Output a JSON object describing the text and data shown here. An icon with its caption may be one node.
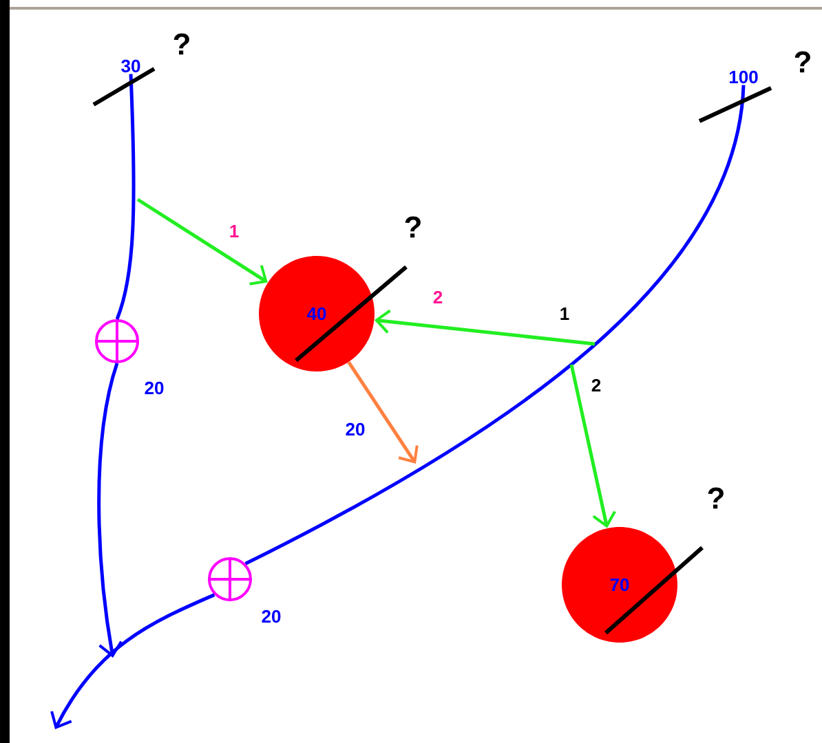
{
  "diagram": {
    "nodes": [
      {
        "text": [
          "30"
        ],
        "beside": [
          "?"
        ]
      },
      {
        "text": [
          "100"
        ],
        "beside": [
          "?"
        ]
      },
      {
        "text": [
          "40"
        ],
        "beside": [
          "?"
        ]
      },
      {
        "text": [
          "70"
        ],
        "beside": [
          "?"
        ]
      },
      {
        "text": [],
        "shape": "circle",
        "beside": [
          "20"
        ]
      },
      {
        "text": [],
        "shape": "circle",
        "beside": [
          "20"
        ]
      }
    ],
    "edges": [
      {
        "from": 0,
        "to": 4,
        "arrow": "none"
      },
      {
        "from": 4,
        "to": null,
        "arrow": "to"
      },
      {
        "from": 1,
        "to": 5,
        "arrow": "none"
      },
      {
        "from": 5,
        "to": null,
        "arrow": "to"
      },
      {
        "from": null,
        "to": 2,
        "arrow": "to",
        "label": "1",
        "color": "#22ee22"
      },
      {
        "from": null,
        "to": 2,
        "arrow": "to",
        "label": "2",
        "color": "#22ee22"
      },
      {
        "from": null,
        "to": 3,
        "arrow": "to",
        "color": "#22ee22"
      },
      {
        "from": 2,
        "to": null,
        "arrow": "to",
        "label": "20",
        "color": "#ff8040"
      }
    ],
    "labels": [
      "1",
      "2"
    ]
  }
}
